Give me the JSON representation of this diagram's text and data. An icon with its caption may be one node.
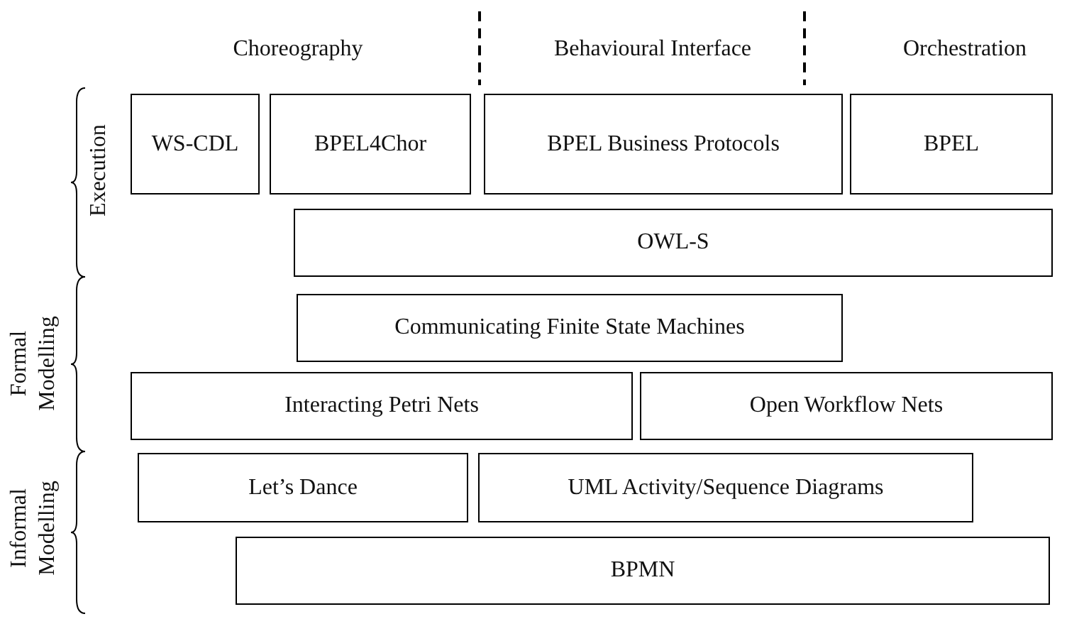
{
  "diagram": {
    "nodes": [
      {
        "text": [
          "WS-CDL"
        ]
      },
      {
        "text": [
          "BPEL4Chor"
        ]
      },
      {
        "text": [
          "BPEL Business Protocols"
        ]
      },
      {
        "text": [
          "BPEL"
        ]
      },
      {
        "text": [
          "OWL-S"
        ]
      },
      {
        "text": [
          "Communicating Finite State Machines"
        ]
      },
      {
        "text": [
          "Interacting Petri Nets"
        ]
      },
      {
        "text": [
          "Open Workflow Nets"
        ]
      },
      {
        "text": [
          "Let’s Dance"
        ]
      },
      {
        "text": [
          "UML Activity/Sequence Diagrams"
        ]
      },
      {
        "text": [
          "BPMN"
        ]
      }
    ],
    "labels": [
      "Choreography",
      "Behavioural Interface",
      "Orchestration",
      "Execution",
      "Formal Modelling",
      "Informal Modelling"
    ]
  }
}
